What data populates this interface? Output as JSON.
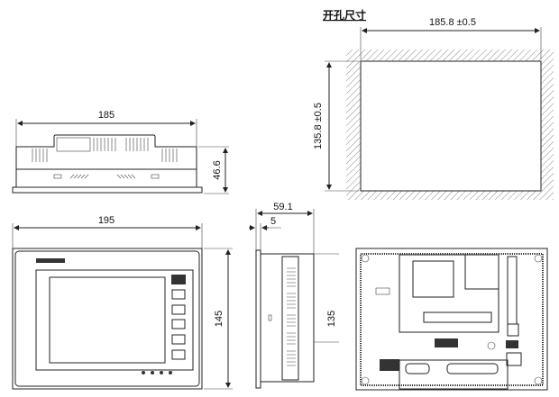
{
  "cutout": {
    "title": "开孔尺寸",
    "width_label": "185.8 ±0.5",
    "height_label": "135.8 ±0.5"
  },
  "top_view": {
    "width_label": "185",
    "depth_label": "46.6"
  },
  "front_view": {
    "width_label": "195",
    "height_label": "145"
  },
  "side_view": {
    "depth_label": "59.1",
    "flange_label": "5",
    "height_label": "135"
  },
  "colors": {
    "line": "#222222",
    "hatch": "#888888"
  }
}
